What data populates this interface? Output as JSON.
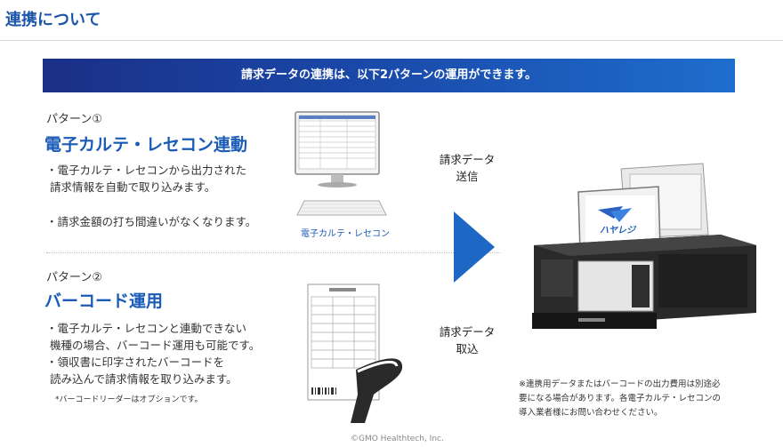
{
  "page_title": "連携について",
  "banner_text": "請求データの連携は、以下2パターンの運用ができます。",
  "pattern1": {
    "label": "パターン①",
    "title": "電子カルテ・レセコン連動",
    "bullet1": "・電子カルテ・レセコンから出力された\n 請求情報を自動で取り込みます。",
    "bullet2": "・請求金額の打ち間違いがなくなります。",
    "image_caption": "電子カルテ・レセコン"
  },
  "pattern2": {
    "label": "パターン②",
    "title": "バーコード運用",
    "bullet1": "・電子カルテ・レセコンと連動できない\n 機種の場合、バーコード運用も可能です。",
    "bullet2": "・領収書に印字されたバーコードを\n 読み込んで請求情報を取り込みます。",
    "note": "*バーコードリーダーはオプションです。"
  },
  "flow": {
    "send_line1": "請求データ",
    "send_line2": "送信",
    "import_line1": "請求データ",
    "import_line2": "取込"
  },
  "register_logo_text": "ハヤレジ",
  "footnote": "※連携用データまたはバーコードの出力費用は別途必\n要になる場合があります。各電子カルテ・レセコンの\n導入業者様にお問い合わせください。",
  "copyright": "©GMO Healthtech, Inc.",
  "colors": {
    "title_blue": "#1d55a8",
    "banner_start": "#1b2f86",
    "banner_end": "#1e6ecd",
    "arrow": "#1e68c5"
  }
}
